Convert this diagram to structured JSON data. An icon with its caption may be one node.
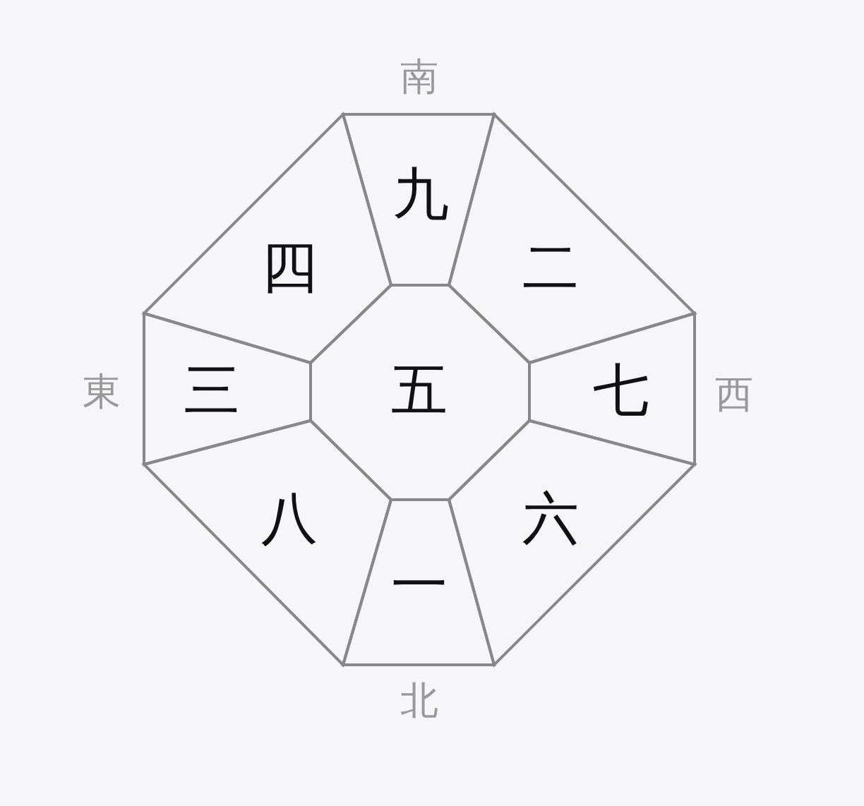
{
  "diagram": {
    "nodes": [
      {
        "text": [
          "九"
        ]
      },
      {
        "text": [
          "四"
        ]
      },
      {
        "text": [
          "二"
        ]
      },
      {
        "text": [
          "三"
        ]
      },
      {
        "text": [
          "五"
        ]
      },
      {
        "text": [
          "七"
        ]
      },
      {
        "text": [
          "八"
        ]
      },
      {
        "text": [
          "六"
        ]
      },
      {
        "text": [
          "一"
        ]
      }
    ],
    "labels": [
      "南",
      "東",
      "西",
      "北"
    ]
  }
}
